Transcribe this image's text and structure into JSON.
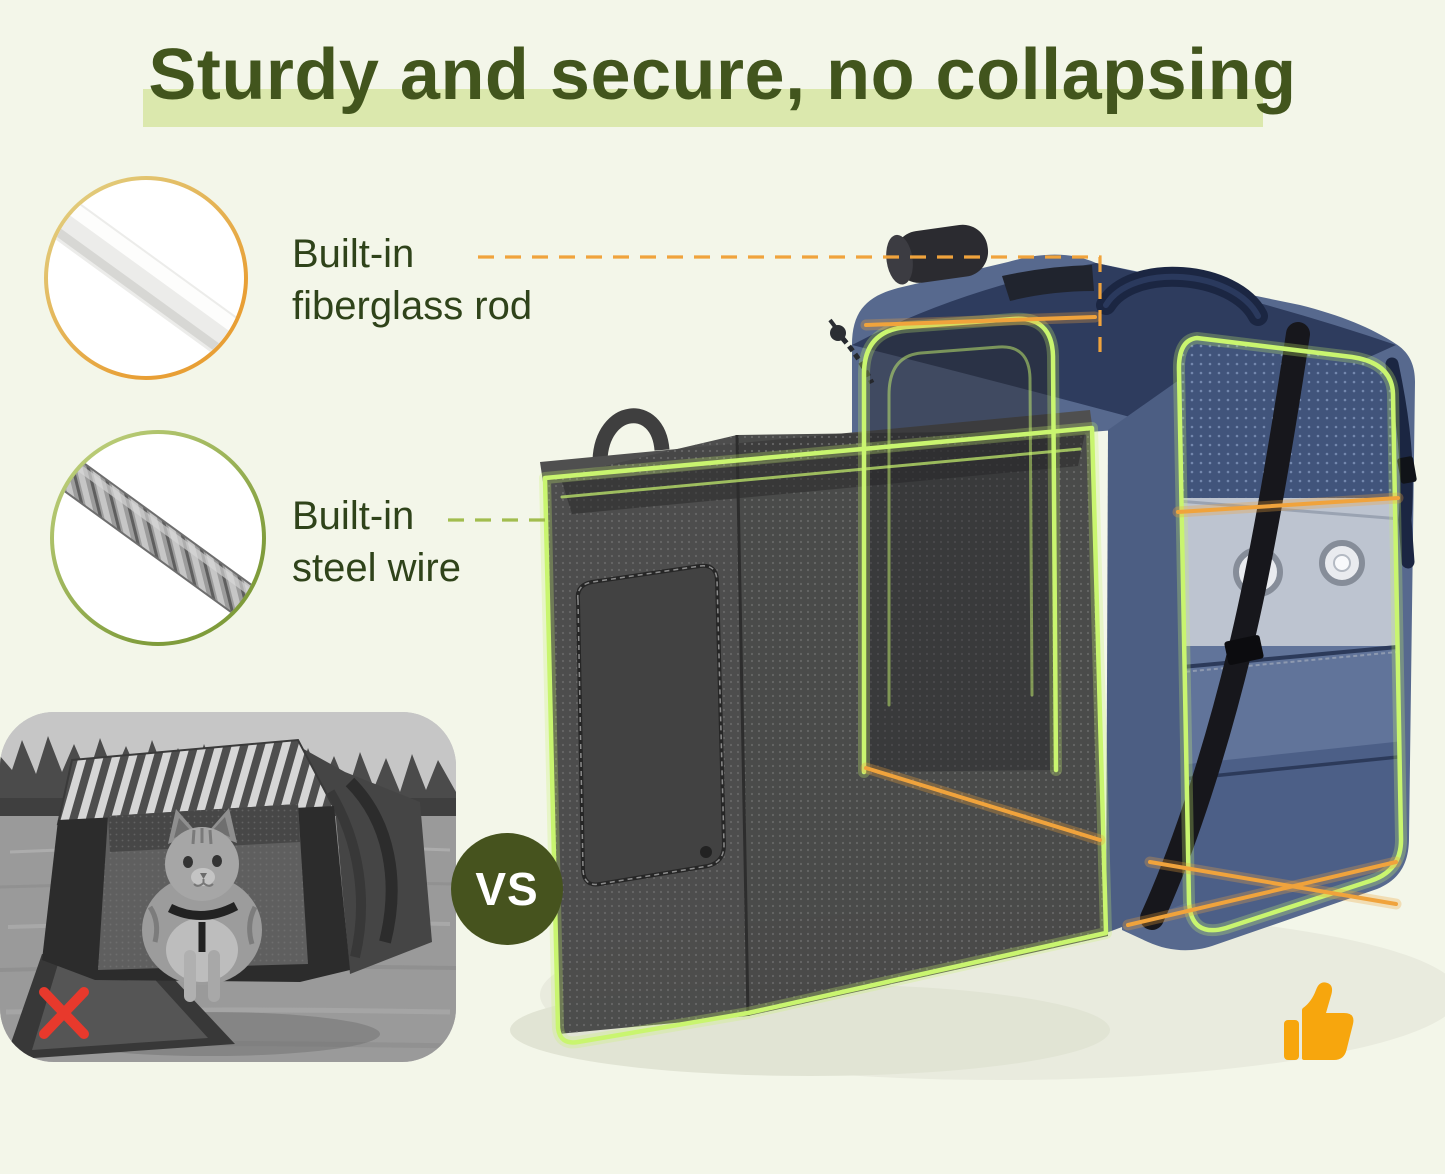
{
  "header": {
    "title": "Sturdy and secure, no collapsing"
  },
  "callouts": [
    {
      "line1": "Built-in",
      "line2": "fiberglass rod",
      "icon": "fiberglass-rod-icon"
    },
    {
      "line1": "Built-in",
      "line2": "steel wire",
      "icon": "steel-wire-icon"
    }
  ],
  "comparison": {
    "vs_label": "VS",
    "bad_mark_icon": "x-mark-icon",
    "good_mark_icon": "thumbs-up-icon"
  },
  "colors": {
    "background": "#f3f6e9",
    "title_green": "#42551d",
    "highlight_green": "#dbe8ad",
    "label_green": "#2f431a",
    "accent_orange": "#f0a33c",
    "dash_green": "#a2bd4e",
    "neon_green": "#c9f56f",
    "vs_green": "#46531e",
    "thumb_orange": "#f7a60d",
    "x_red": "#e8392c"
  }
}
